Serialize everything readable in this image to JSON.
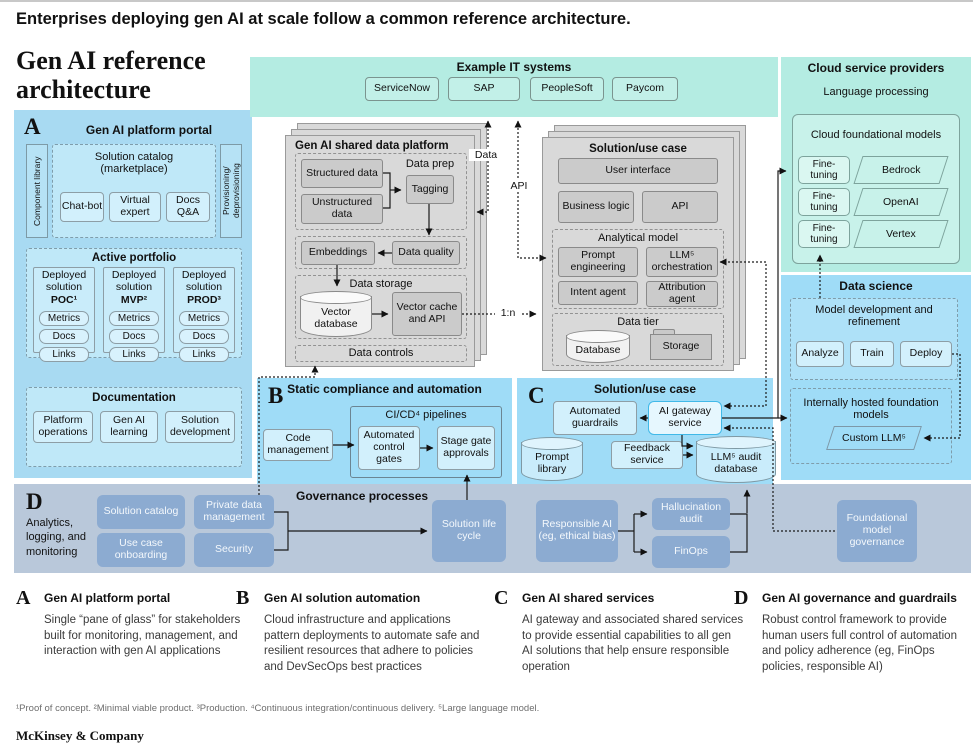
{
  "page": {
    "headline": "Enterprises deploying gen AI at scale follow a common reference architecture.",
    "title": "Gen AI reference architecture",
    "footnote": "¹Proof of concept. ²Minimal viable product. ³Production. ⁴Continuous integration/continuous delivery. ⁵Large language model.",
    "brand": "McKinsey & Company"
  },
  "it_band": {
    "title": "Example IT systems",
    "systems": [
      "ServiceNow",
      "SAP",
      "PeopleSoft",
      "Paycom"
    ]
  },
  "cloud": {
    "title": "Cloud service providers",
    "subtitle": "Language processing",
    "box_title": "Cloud foundational models",
    "fine_tuning": "Fine-tuning",
    "providers": [
      "Bedrock",
      "OpenAI",
      "Vertex"
    ]
  },
  "portal": {
    "letter": "A",
    "title": "Gen AI platform portal",
    "left_tab": "Component library",
    "right_tab": "Provisioning/ deprovisioning",
    "catalog": {
      "title": "Solution catalog (marketplace)",
      "items": [
        "Chat-bot",
        "Virtual expert",
        "Docs Q&A"
      ]
    },
    "portfolio": {
      "title": "Active portfolio",
      "columns": [
        {
          "name": "Deployed solution",
          "tag": "POC¹",
          "items": [
            "Metrics",
            "Docs",
            "Links"
          ]
        },
        {
          "name": "Deployed solution",
          "tag": "MVP²",
          "items": [
            "Metrics",
            "Docs",
            "Links"
          ]
        },
        {
          "name": "Deployed solution",
          "tag": "PROD³",
          "items": [
            "Metrics",
            "Docs",
            "Links"
          ]
        }
      ]
    },
    "documentation": {
      "title": "Documentation",
      "items": [
        "Platform operations",
        "Gen AI learning",
        "Solution development"
      ]
    }
  },
  "data_platform": {
    "title": "Gen AI shared data platform",
    "structured": "Structured data",
    "unstructured": "Unstructured data",
    "prep_label": "Data prep",
    "tagging": "Tagging",
    "embeddings": "Embeddings",
    "quality": "Data quality",
    "storage_label": "Data storage",
    "vector_db": "Vector database",
    "vector_cache": "Vector cache and API",
    "controls": "Data controls"
  },
  "solution_stack": {
    "title": "Solution/use case",
    "user_interface": "User interface",
    "business_logic": "Business logic",
    "api": "API",
    "analytical_label": "Analytical model",
    "prompt_engineering": "Prompt engineering",
    "llm_orchestration": "LLM⁵ orchestration",
    "intent_agent": "Intent agent",
    "attribution_agent": "Attribution agent",
    "data_tier_label": "Data tier",
    "database": "Database",
    "storage": "Storage"
  },
  "links": {
    "data": "Data",
    "api": "API",
    "one_to_n": "1:n"
  },
  "data_science": {
    "title": "Data science",
    "dev_title": "Model development and refinement",
    "steps": [
      "Analyze",
      "Train",
      "Deploy"
    ],
    "hosted_title": "Internally hosted foundation models",
    "custom_llm": "Custom LLM⁵"
  },
  "automation": {
    "letter": "B",
    "title": "Static compliance and automation",
    "code_management": "Code management",
    "pipeline_title": "CI/CD⁴ pipelines",
    "control_gates": "Automated control gates",
    "stage_gates": "Stage gate approvals"
  },
  "shared_services": {
    "letter": "C",
    "title": "Solution/use case",
    "guardrails": "Automated guardrails",
    "gateway": "AI gateway service",
    "prompt_library": "Prompt library",
    "feedback": "Feedback service",
    "audit_db": "LLM⁵ audit database"
  },
  "governance": {
    "letter": "D",
    "caption": "Analytics, logging, and monitoring",
    "title": "Governance processes",
    "solution_catalog": "Solution catalog",
    "use_case_onboarding": "Use case onboarding",
    "private_data": "Private data management",
    "security": "Security",
    "life_cycle": "Solution life cycle",
    "responsible_ai": "Responsible AI (eg, ethical bias)",
    "hallucination_audit": "Hallucination audit",
    "finops": "FinOps",
    "foundational": "Foundational model governance"
  },
  "legend": [
    {
      "letter": "A",
      "title": "Gen AI platform portal",
      "text": "Single “pane of glass” for stakeholders built for monitoring, management, and interaction with gen AI applications"
    },
    {
      "letter": "B",
      "title": "Gen AI solution automation",
      "text": "Cloud infrastructure and applications pattern deployments to automate safe and resilient resources that adhere to policies and DevSecOps best practices"
    },
    {
      "letter": "C",
      "title": "Gen AI shared services",
      "text": "AI gateway and associated shared services to provide essential capabilities to all gen AI solutions that help ensure responsible operation"
    },
    {
      "letter": "D",
      "title": "Gen AI governance and guardrails",
      "text": "Robust control framework to provide human users full control of automation and policy adherence (eg, FinOps policies, responsible AI)"
    }
  ]
}
